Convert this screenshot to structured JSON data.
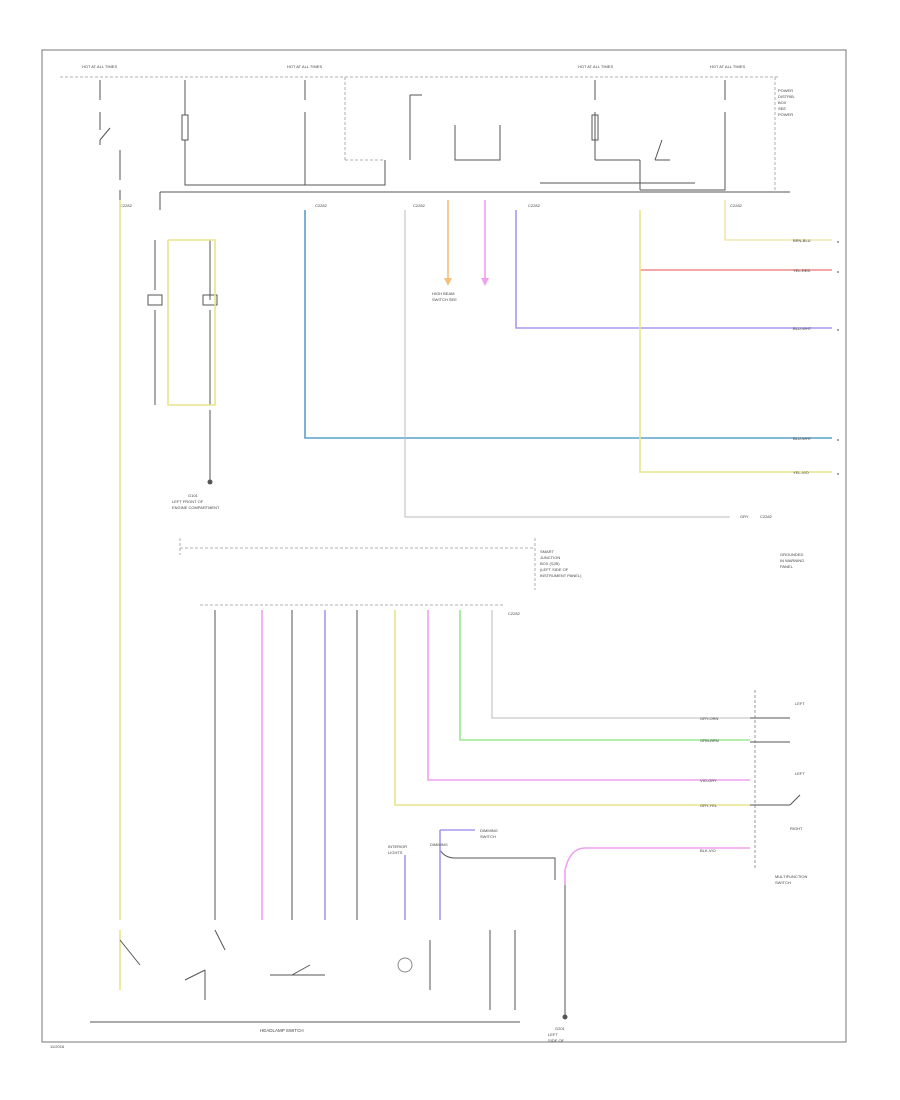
{
  "colors": {
    "yellow": "#e8e48a",
    "blue": "#5aa0c8",
    "purple": "#a898f0",
    "pink": "#f0a0f0",
    "red": "#f08a8a",
    "orange": "#f5c07a",
    "green": "#98e890",
    "cream": "#f0e8b0",
    "wire": "#555555"
  },
  "icons": [
    "ground-icon",
    "switch-icon",
    "connector-icon"
  ],
  "top_fuses": [
    "HOT AT ALL TIMES",
    "HOT AT ALL TIMES",
    "HOT AT ALL TIMES",
    "HOT AT ALL TIMES"
  ],
  "connectors": [
    "C2282",
    "C2282",
    "C2282",
    "C2282",
    "C2282",
    "C2282"
  ],
  "right_wires": [
    "BRN-BLU",
    "YEL-RED",
    "BLU-WHT",
    "BLU-WHT",
    "YEL-VIO"
  ],
  "lower_right_wires": [
    "GRY-ORN",
    "GRN-BRN",
    "VIO-GRY",
    "GRY-YEL",
    "BLK-VIO"
  ],
  "bottom_label": "HEADLAMP SWITCH",
  "footer": "11/2016"
}
